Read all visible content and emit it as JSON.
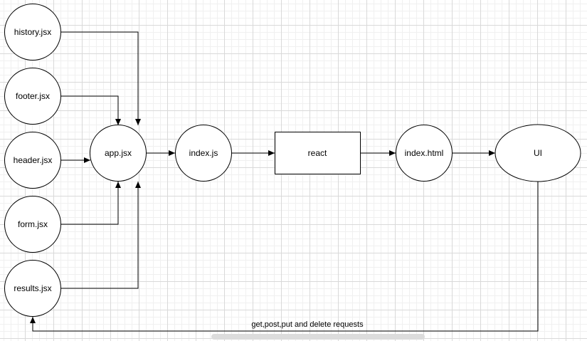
{
  "diagram": {
    "nodes": {
      "history": "history.jsx",
      "footer": "footer.jsx",
      "header": "header.jsx",
      "form": "form.jsx",
      "results": "results.jsx",
      "app": "app.jsx",
      "index_js": "index.js",
      "react": "react",
      "index_html": "index.html",
      "ui": "UI"
    },
    "edge_labels": {
      "requests": "get,post,put and delete requests"
    },
    "colors": {
      "stroke": "#000000",
      "fill": "#ffffff",
      "grid": "#d9d9d9"
    }
  }
}
